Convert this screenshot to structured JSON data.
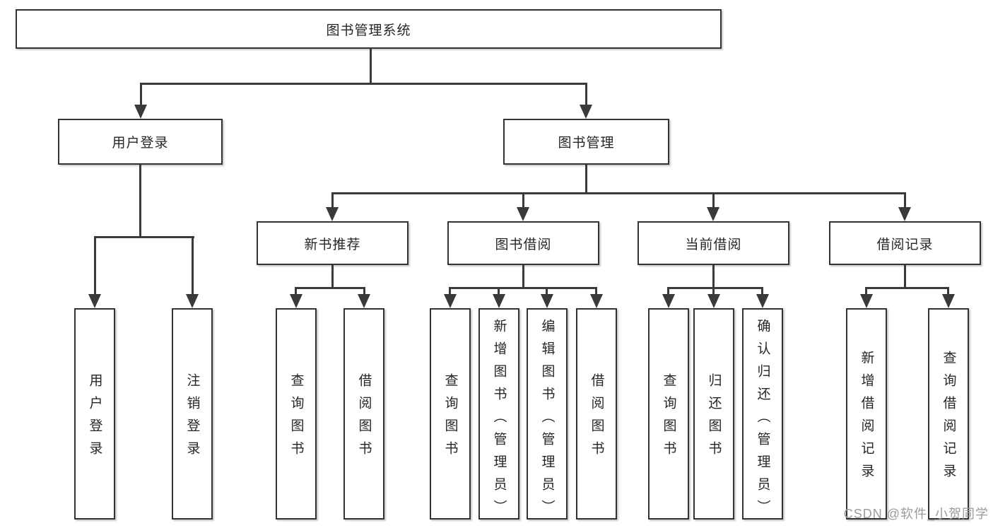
{
  "colors": {
    "background": "#ffffff",
    "line": "#3a3a3a",
    "box_border": "#333333",
    "text": "#262626",
    "watermark": "#9b9b9b"
  },
  "root": {
    "label": "图书管理系统"
  },
  "branches": {
    "user_login": {
      "label": "用户登录",
      "children": [
        "用户登录",
        "注销登录"
      ]
    },
    "book_mgmt": {
      "label": "图书管理",
      "sections": {
        "new_book": {
          "label": "新书推荐",
          "children": [
            "查询图书",
            "借阅图书"
          ]
        },
        "borrow": {
          "label": "图书借阅",
          "children": [
            "查询图书",
            "新增图书（管理员）",
            "编辑图书（管理员）",
            "借阅图书"
          ]
        },
        "current": {
          "label": "当前借阅",
          "children": [
            "查询图书",
            "归还图书",
            "确认归还（管理员）"
          ]
        },
        "record": {
          "label": "借阅记录",
          "children": [
            "新增借阅记录",
            "查询借阅记录"
          ]
        }
      }
    }
  },
  "watermark": "CSDN @软件_小贺同学"
}
